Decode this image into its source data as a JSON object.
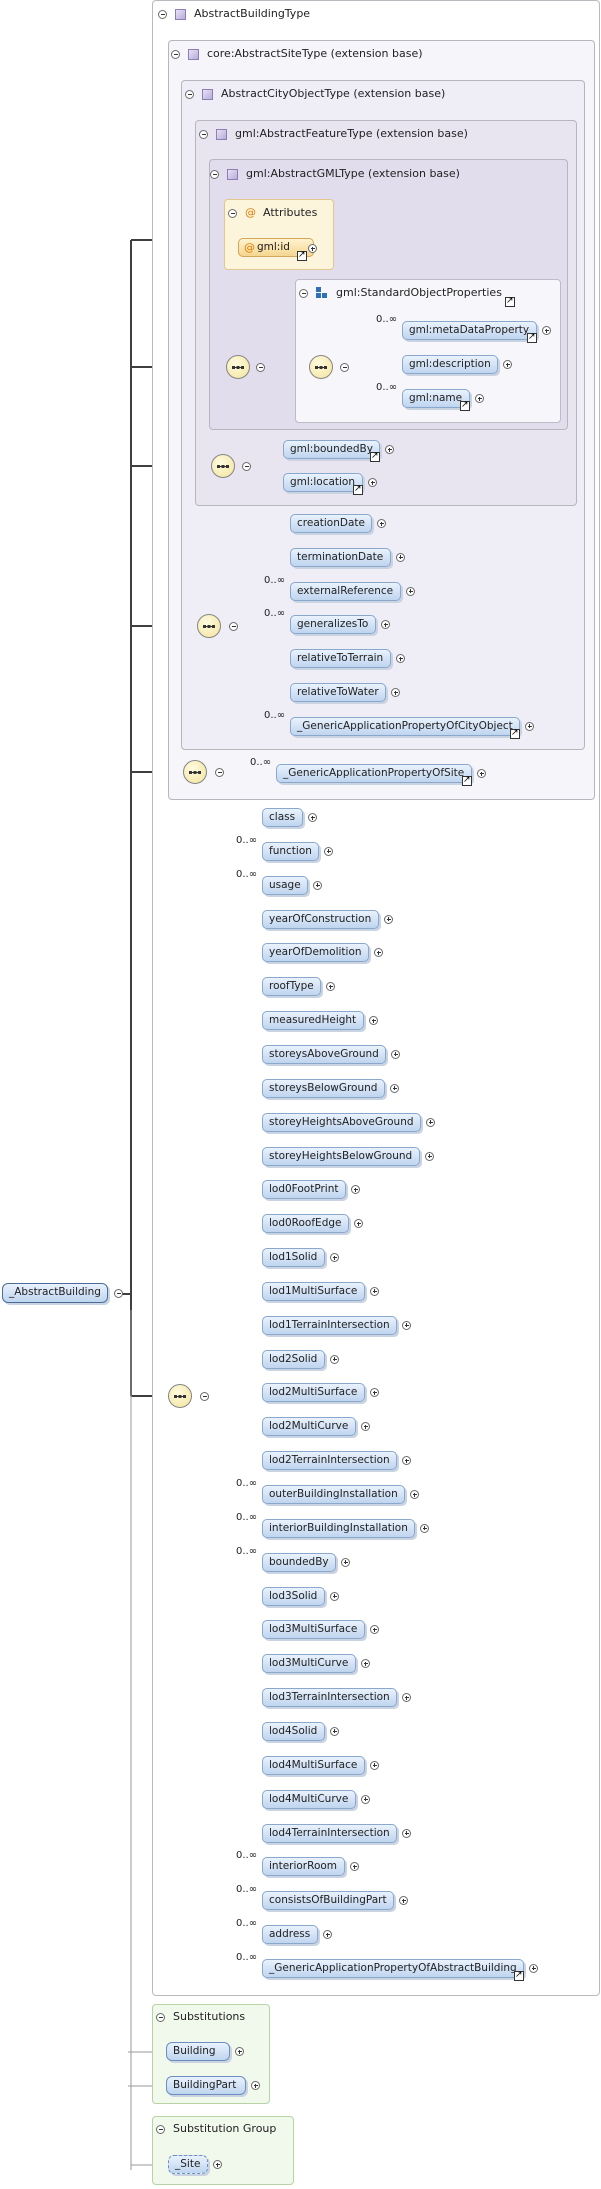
{
  "root": {
    "label": "_AbstractBuilding"
  },
  "type_title": "AbstractBuildingType",
  "bases": {
    "site": "core:AbstractSiteType (extension base)",
    "cityobject": "AbstractCityObjectType (extension base)",
    "feature": "gml:AbstractFeatureType (extension base)",
    "gml": "gml:AbstractGMLType (extension base)"
  },
  "attributes": {
    "title": "Attributes",
    "id": "gml:id"
  },
  "standard_object_properties": {
    "title": "gml:StandardObjectProperties",
    "elements": [
      {
        "label": "gml:metaDataProperty",
        "card": "0..∞"
      },
      {
        "label": "gml:description",
        "card": ""
      },
      {
        "label": "gml:name",
        "card": "0..∞"
      }
    ]
  },
  "feature_elements": [
    {
      "label": "gml:boundedBy",
      "card": ""
    },
    {
      "label": "gml:location",
      "card": ""
    }
  ],
  "cityobject_elements": [
    {
      "label": "creationDate",
      "card": ""
    },
    {
      "label": "terminationDate",
      "card": ""
    },
    {
      "label": "externalReference",
      "card": "0..∞"
    },
    {
      "label": "generalizesTo",
      "card": "0..∞"
    },
    {
      "label": "relativeToTerrain",
      "card": ""
    },
    {
      "label": "relativeToWater",
      "card": ""
    },
    {
      "label": "_GenericApplicationPropertyOfCityObject",
      "card": "0..∞"
    }
  ],
  "site_element": {
    "label": "_GenericApplicationPropertyOfSite",
    "card": "0..∞"
  },
  "building_elements": [
    {
      "label": "class",
      "card": ""
    },
    {
      "label": "function",
      "card": "0..∞"
    },
    {
      "label": "usage",
      "card": "0..∞"
    },
    {
      "label": "yearOfConstruction",
      "card": ""
    },
    {
      "label": "yearOfDemolition",
      "card": ""
    },
    {
      "label": "roofType",
      "card": ""
    },
    {
      "label": "measuredHeight",
      "card": ""
    },
    {
      "label": "storeysAboveGround",
      "card": ""
    },
    {
      "label": "storeysBelowGround",
      "card": ""
    },
    {
      "label": "storeyHeightsAboveGround",
      "card": ""
    },
    {
      "label": "storeyHeightsBelowGround",
      "card": ""
    },
    {
      "label": "lod0FootPrint",
      "card": ""
    },
    {
      "label": "lod0RoofEdge",
      "card": ""
    },
    {
      "label": "lod1Solid",
      "card": ""
    },
    {
      "label": "lod1MultiSurface",
      "card": ""
    },
    {
      "label": "lod1TerrainIntersection",
      "card": ""
    },
    {
      "label": "lod2Solid",
      "card": ""
    },
    {
      "label": "lod2MultiSurface",
      "card": ""
    },
    {
      "label": "lod2MultiCurve",
      "card": ""
    },
    {
      "label": "lod2TerrainIntersection",
      "card": ""
    },
    {
      "label": "outerBuildingInstallation",
      "card": "0..∞"
    },
    {
      "label": "interiorBuildingInstallation",
      "card": "0..∞"
    },
    {
      "label": "boundedBy",
      "card": "0..∞"
    },
    {
      "label": "lod3Solid",
      "card": ""
    },
    {
      "label": "lod3MultiSurface",
      "card": ""
    },
    {
      "label": "lod3MultiCurve",
      "card": ""
    },
    {
      "label": "lod3TerrainIntersection",
      "card": ""
    },
    {
      "label": "lod4Solid",
      "card": ""
    },
    {
      "label": "lod4MultiSurface",
      "card": ""
    },
    {
      "label": "lod4MultiCurve",
      "card": ""
    },
    {
      "label": "lod4TerrainIntersection",
      "card": ""
    },
    {
      "label": "interiorRoom",
      "card": "0..∞"
    },
    {
      "label": "consistsOfBuildingPart",
      "card": "0..∞"
    },
    {
      "label": "address",
      "card": "0..∞"
    },
    {
      "label": "_GenericApplicationPropertyOfAbstractBuilding",
      "card": "0..∞"
    }
  ],
  "substitutions": {
    "title": "Substitutions",
    "items": [
      "Building",
      "BuildingPart"
    ]
  },
  "substitution_group": {
    "title": "Substitution Group",
    "items": [
      "_Site"
    ]
  }
}
